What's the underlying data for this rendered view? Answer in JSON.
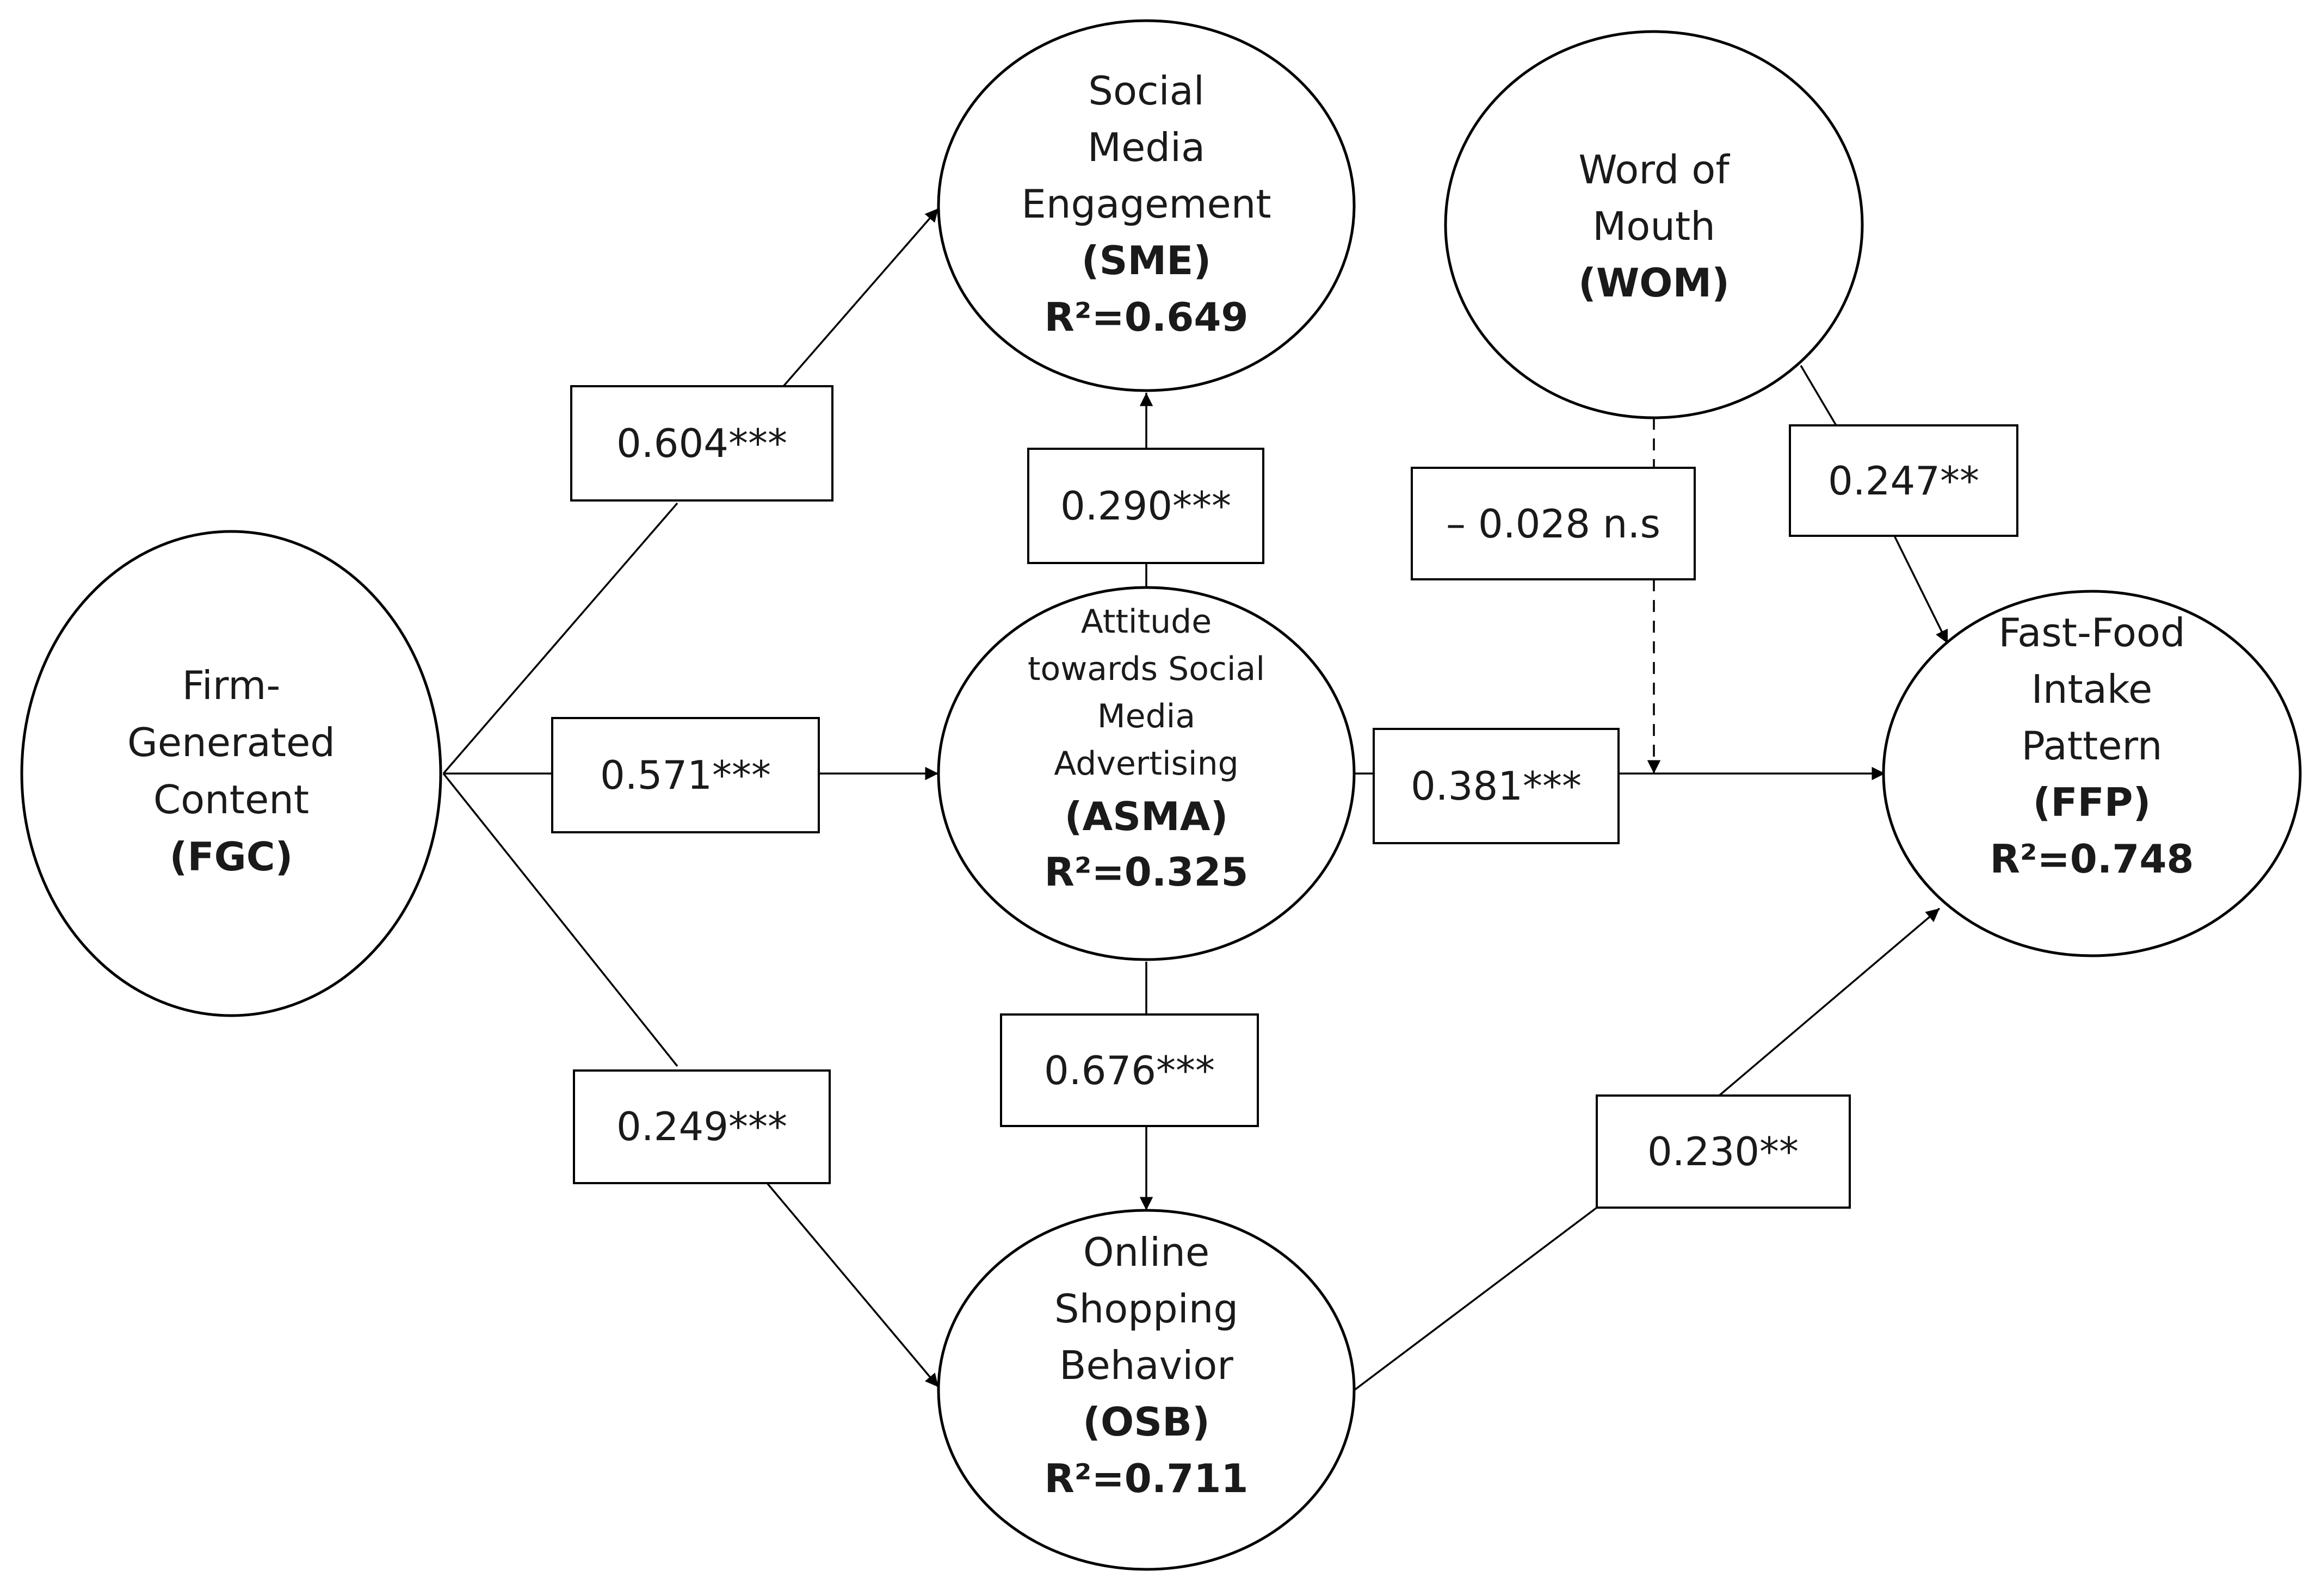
{
  "nodes": {
    "fgc": {
      "lines": [
        "Firm-",
        "Generated",
        "Content"
      ],
      "abbr": "(FGC)",
      "r2": ""
    },
    "sme": {
      "lines": [
        "Social",
        "Media",
        "Engagement"
      ],
      "abbr": "(SME)",
      "r2": "R²=0.649"
    },
    "asma": {
      "lines": [
        "Attitude",
        "towards Social",
        "Media",
        "Advertising"
      ],
      "abbr": "(ASMA)",
      "r2": "R²=0.325"
    },
    "osb": {
      "lines": [
        "Online",
        "Shopping",
        "Behavior"
      ],
      "abbr": "(OSB)",
      "r2": "R²=0.711"
    },
    "wom": {
      "lines": [
        "Word of",
        "Mouth"
      ],
      "abbr": "(WOM)",
      "r2": ""
    },
    "ffp": {
      "lines": [
        "Fast-Food",
        "Intake",
        "Pattern"
      ],
      "abbr": "(FFP)",
      "r2": "R²=0.748"
    }
  },
  "paths": [
    {
      "from": "FGC",
      "to": "SME",
      "coefficient": "0.604***"
    },
    {
      "from": "FGC",
      "to": "ASMA",
      "coefficient": "0.571***"
    },
    {
      "from": "FGC",
      "to": "OSB",
      "coefficient": "0.249***"
    },
    {
      "from": "ASMA",
      "to": "SME",
      "coefficient": "0.290***"
    },
    {
      "from": "ASMA",
      "to": "OSB",
      "coefficient": "0.676***"
    },
    {
      "from": "ASMA",
      "to": "FFP",
      "coefficient": "0.381***"
    },
    {
      "from": "WOM",
      "to": "ASMA-FFP path",
      "coefficient": "– 0.028 n.s"
    },
    {
      "from": "WOM",
      "to": "FFP",
      "coefficient": "0.247**"
    },
    {
      "from": "OSB",
      "to": "FFP",
      "coefficient": "0.230**"
    }
  ]
}
